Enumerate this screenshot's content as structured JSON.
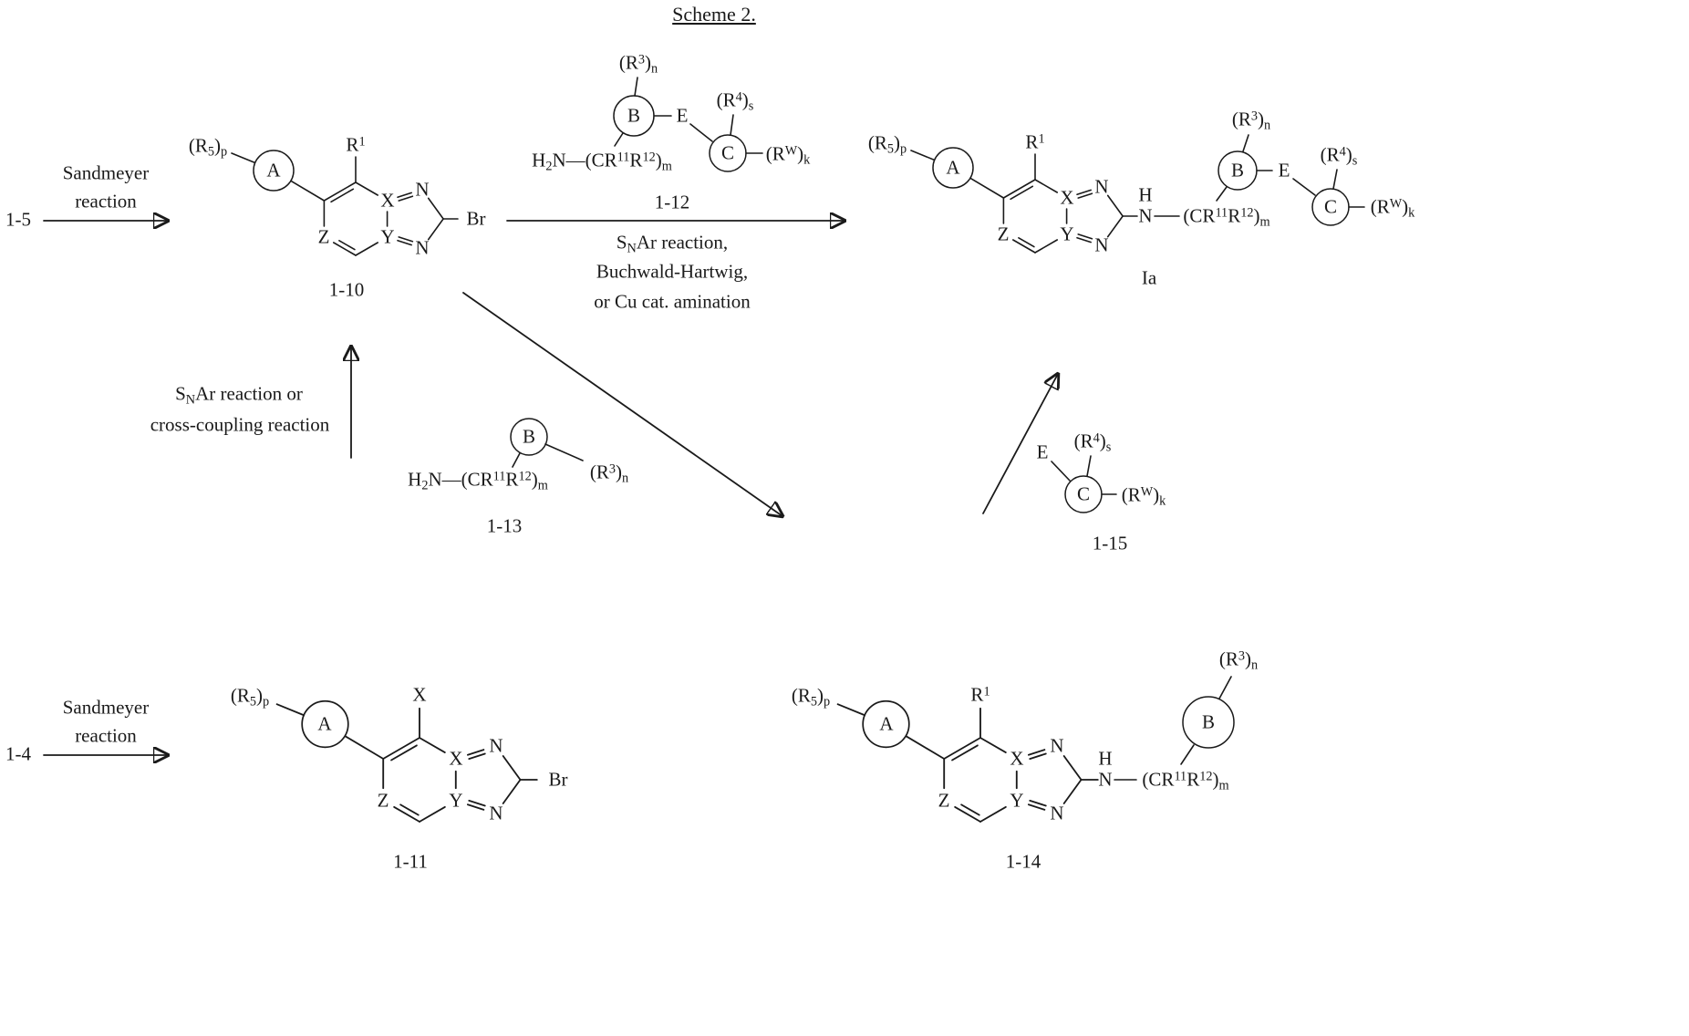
{
  "title": "Scheme 2.",
  "arrows": {
    "sandmeyer_top": {
      "reactant": "1-5",
      "caption1": "Sandmeyer",
      "caption2": "reaction"
    },
    "amination": {
      "caption1": "S_{N}Ar reaction,",
      "caption2": "Buchwald-Hartwig,",
      "caption3": "or Cu cat. amination"
    },
    "snar_coupling": {
      "caption1": "S_{N}Ar reaction or",
      "caption2": "cross-coupling reaction"
    },
    "sandmeyer_bottom": {
      "reactant": "1-4",
      "caption1": "Sandmeyer",
      "caption2": "reaction"
    }
  },
  "structures": {
    "c110": {
      "id": "1-10",
      "r5p": "(R_{5})_{p}",
      "ring_a": "A",
      "top_sub": "R^{1}",
      "atom_x": "X",
      "atom_y": "Y",
      "atom_z": "Z",
      "atom_n_top": "N",
      "atom_n_bot": "N",
      "halide": "Br"
    },
    "c112": {
      "id": "1-12",
      "r3n": "(R^{3})_{n}",
      "ring_b": "B",
      "amine": "H_{2}N—(CR^{11}R^{12})_{m}",
      "linker_e": "E",
      "ring_c": "C",
      "r4s": "(R^{4})_{s}",
      "rwk": "(R^{W})_{k}"
    },
    "cIa": {
      "id": "Ia",
      "r5p": "(R_{5})_{p}",
      "ring_a": "A",
      "top_sub": "R^{1}",
      "atom_x": "X",
      "atom_y": "Y",
      "atom_z": "Z",
      "atom_n_top": "N",
      "atom_n_bot": "N",
      "nh_h": "H",
      "nh_n": "N",
      "chain": "(CR^{11}R^{12})_{m}",
      "ring_b": "B",
      "r3n": "(R^{3})_{n}",
      "linker_e": "E",
      "ring_c": "C",
      "r4s": "(R^{4})_{s}",
      "rwk": "(R^{W})_{k}"
    },
    "c113": {
      "id": "1-13",
      "amine": "H_{2}N—(CR^{11}R^{12})_{m}",
      "ring_b": "B",
      "r3n": "(R^{3})_{n}"
    },
    "c115": {
      "id": "1-15",
      "linker_e": "E",
      "ring_c": "C",
      "r4s": "(R^{4})_{s}",
      "rwk": "(R^{W})_{k}"
    },
    "c111": {
      "id": "1-11",
      "r5p": "(R_{5})_{p}",
      "ring_a": "A",
      "top_sub": "X",
      "atom_x": "X",
      "atom_y": "Y",
      "atom_z": "Z",
      "atom_n_top": "N",
      "atom_n_bot": "N",
      "halide": "Br"
    },
    "c114": {
      "id": "1-14",
      "r5p": "(R_{5})_{p}",
      "ring_a": "A",
      "top_sub": "R^{1}",
      "atom_x": "X",
      "atom_y": "Y",
      "atom_z": "Z",
      "atom_n_top": "N",
      "atom_n_bot": "N",
      "nh_h": "H",
      "nh_n": "N",
      "chain": "(CR^{11}R^{12})_{m}",
      "ring_b": "B",
      "r3n": "(R^{3})_{n}"
    }
  }
}
